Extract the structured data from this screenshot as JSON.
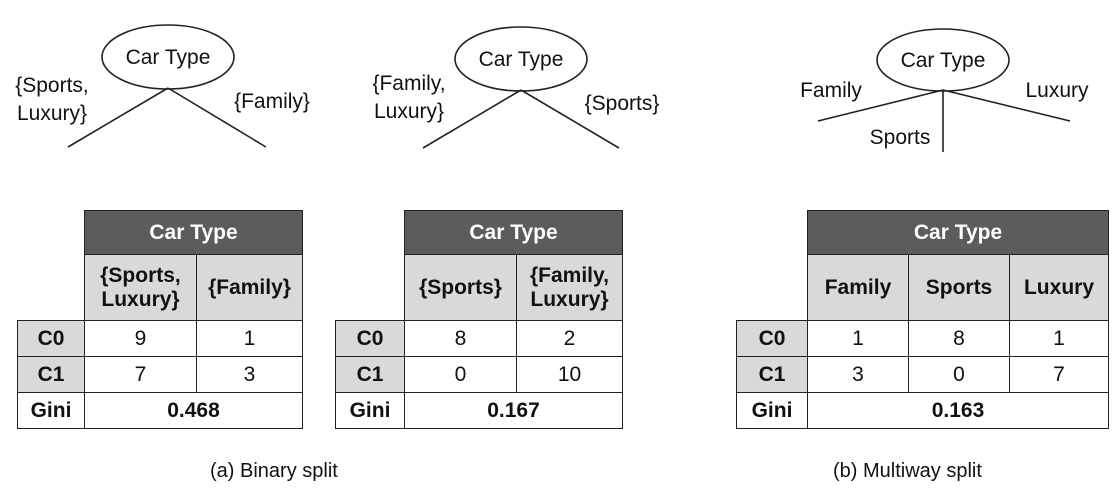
{
  "trees": [
    {
      "root": "Car Type",
      "branches": [
        {
          "label_lines": [
            "{Sports,",
            "Luxury}"
          ]
        },
        {
          "label_lines": [
            "{Family}"
          ]
        }
      ]
    },
    {
      "root": "Car Type",
      "branches": [
        {
          "label_lines": [
            "{Family,",
            "Luxury}"
          ]
        },
        {
          "label_lines": [
            "{Sports}"
          ]
        }
      ]
    },
    {
      "root": "Car Type",
      "branches": [
        {
          "label_lines": [
            "Family"
          ]
        },
        {
          "label_lines": [
            "Sports"
          ]
        },
        {
          "label_lines": [
            "Luxury"
          ]
        }
      ]
    }
  ],
  "tables": [
    {
      "header": "Car Type",
      "columns": [
        [
          "{Sports,",
          "Luxury}"
        ],
        [
          "{Family}"
        ]
      ],
      "rows": [
        {
          "label": "C0",
          "values": [
            "9",
            "1"
          ]
        },
        {
          "label": "C1",
          "values": [
            "7",
            "3"
          ]
        }
      ],
      "gini_label": "Gini",
      "gini": "0.468"
    },
    {
      "header": "Car Type",
      "columns": [
        [
          "{Sports}"
        ],
        [
          "{Family,",
          "Luxury}"
        ]
      ],
      "rows": [
        {
          "label": "C0",
          "values": [
            "8",
            "2"
          ]
        },
        {
          "label": "C1",
          "values": [
            "0",
            "10"
          ]
        }
      ],
      "gini_label": "Gini",
      "gini": "0.167"
    },
    {
      "header": "Car Type",
      "columns": [
        [
          "Family"
        ],
        [
          "Sports"
        ],
        [
          "Luxury"
        ]
      ],
      "rows": [
        {
          "label": "C0",
          "values": [
            "1",
            "8",
            "1"
          ]
        },
        {
          "label": "C1",
          "values": [
            "3",
            "0",
            "7"
          ]
        }
      ],
      "gini_label": "Gini",
      "gini": "0.163"
    }
  ],
  "captions": {
    "binary": "(a) Binary split",
    "multiway": "(b) Multiway split"
  }
}
